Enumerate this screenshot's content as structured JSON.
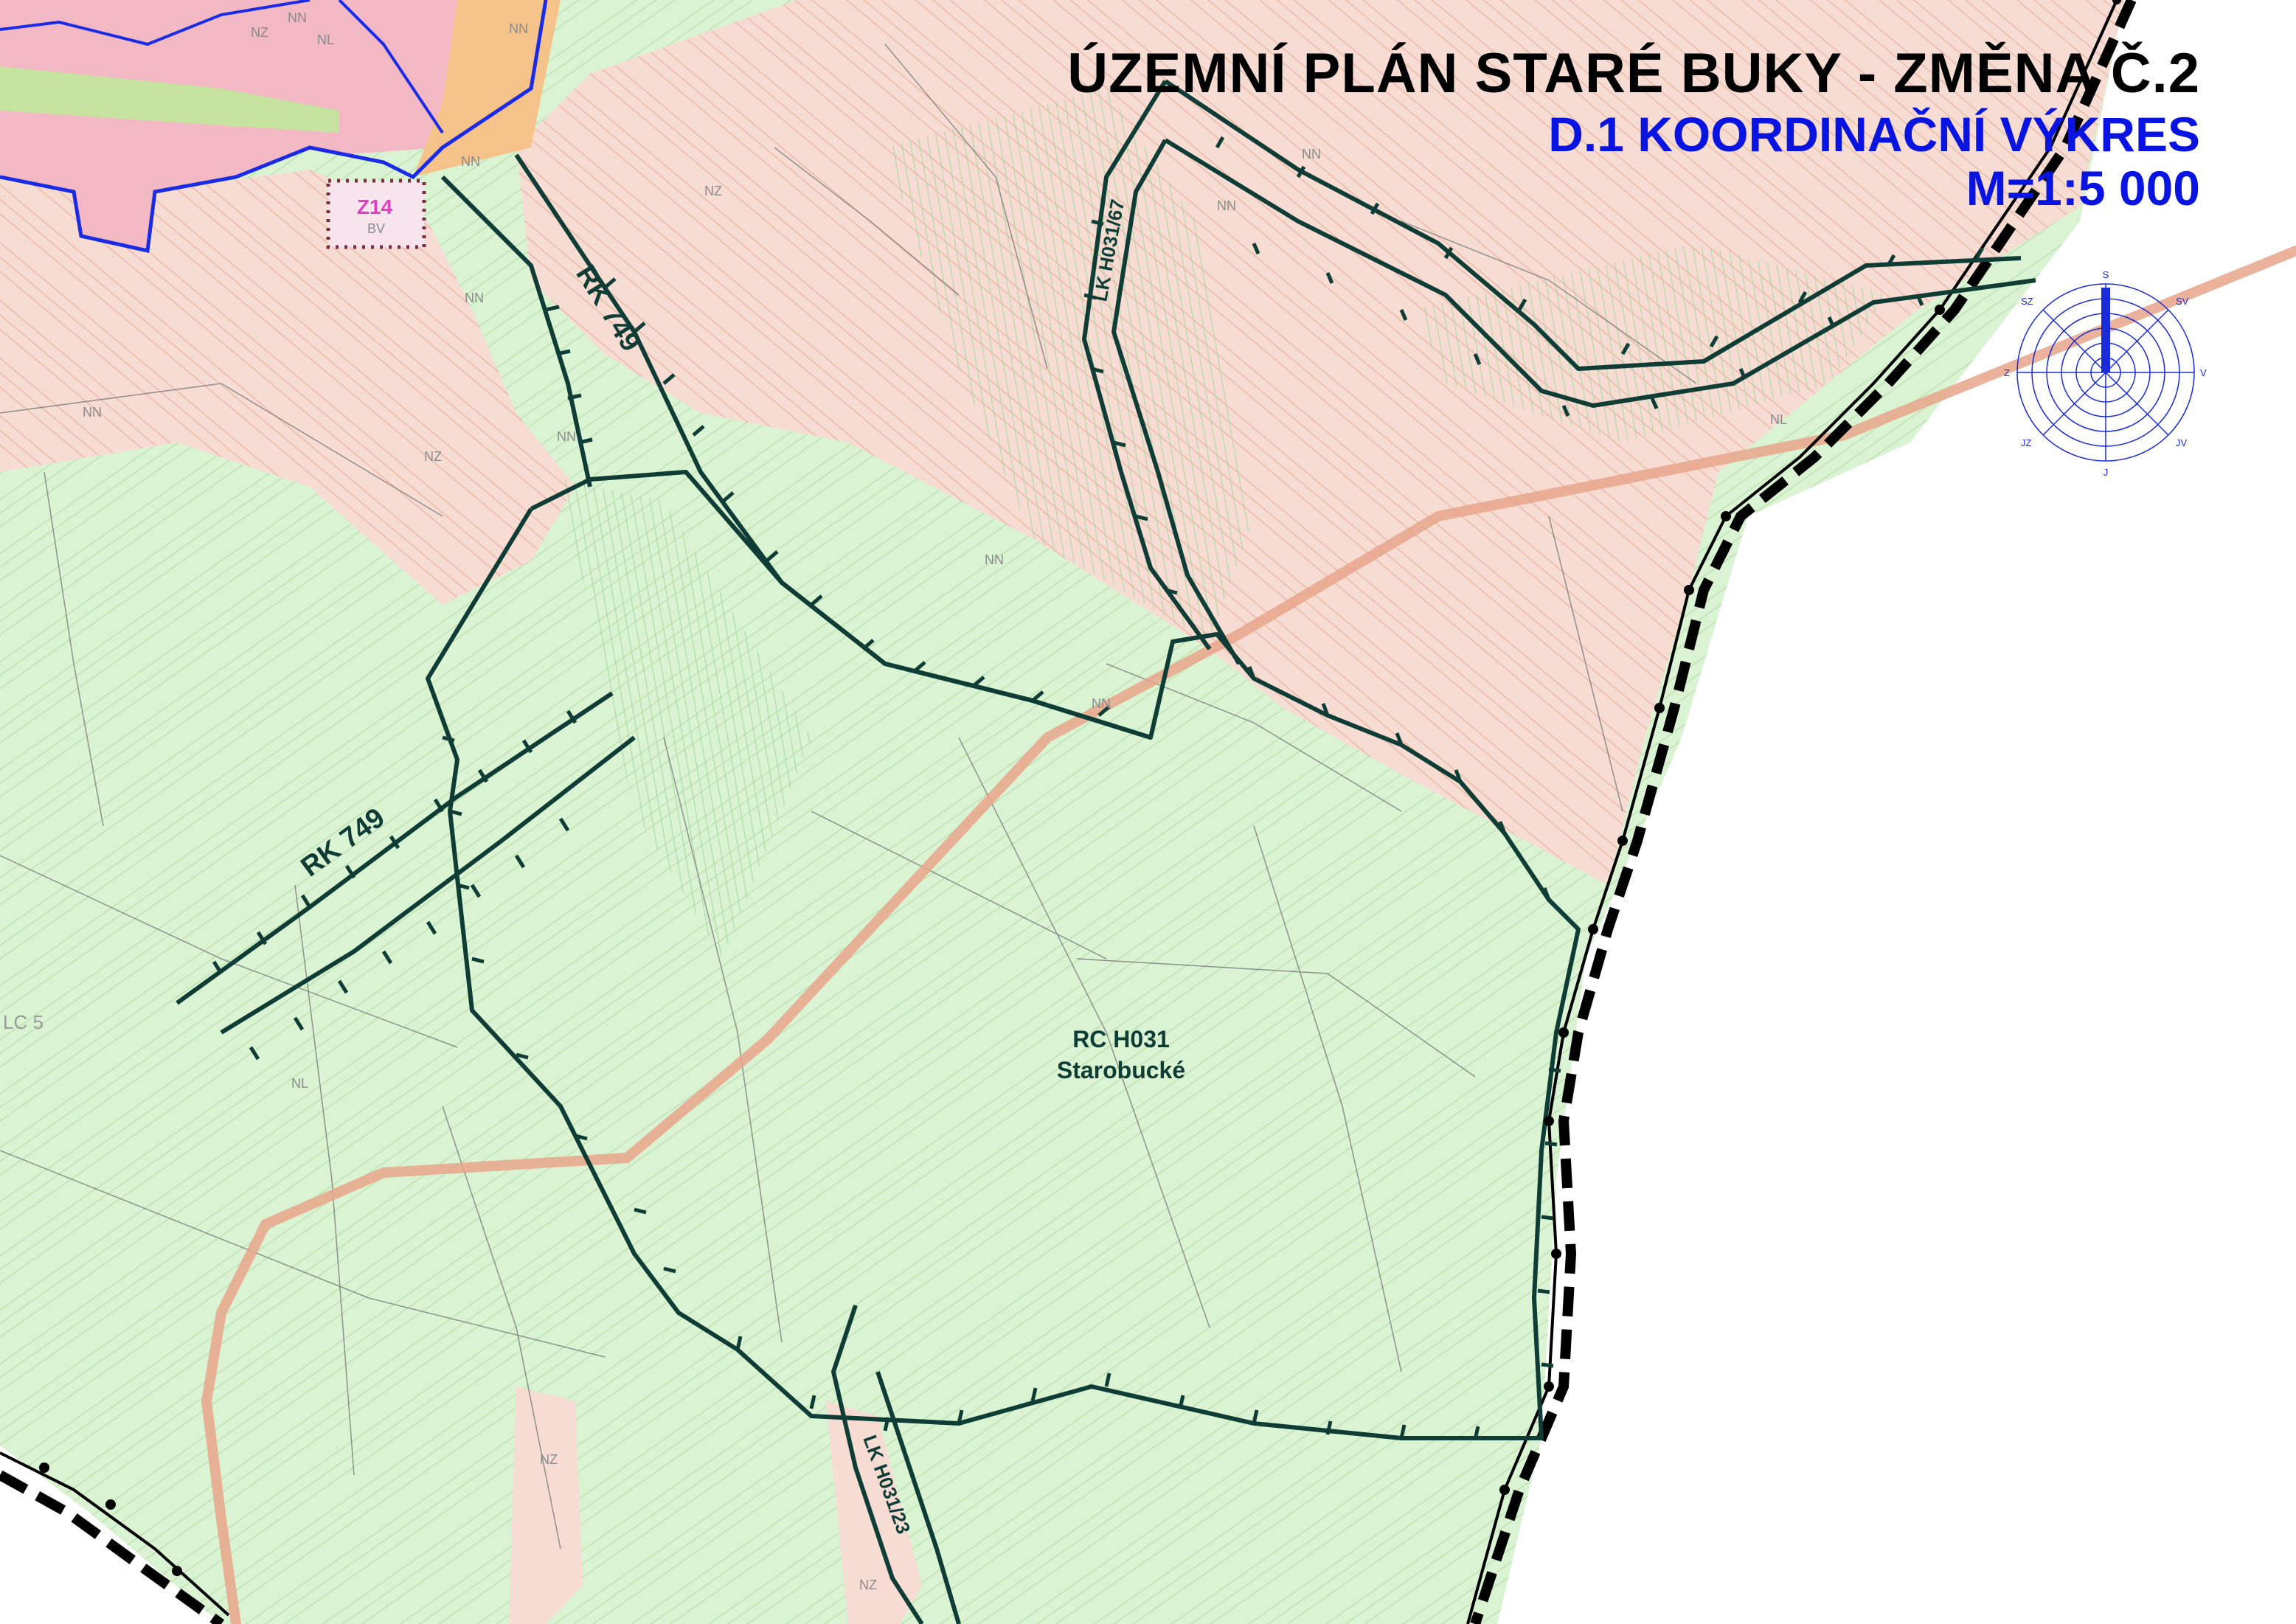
{
  "title": {
    "line1": "ÚZEMNÍ PLÁN STARÉ BUKY - ZMĚNA Č.2",
    "line2": "D.1 KOORDINAČNÍ VÝKRES",
    "line3": "M=1:5 000"
  },
  "biocenter": {
    "code": "RC H031",
    "name": "Starobucké"
  },
  "corridors": {
    "rk_north": "RK 749",
    "rk_west": "RK 749",
    "lk_north": "LK H031/67",
    "lk_south": "LK H031/23"
  },
  "plot": {
    "code": "Z14",
    "use": "BV"
  },
  "zones": {
    "nz": "NZ",
    "nn": "NN",
    "nl": "NL",
    "lc": "LC 5"
  },
  "compass": {
    "north": "S",
    "northeast": "SV",
    "east": "V",
    "southeast": "JV",
    "south": "J",
    "southwest": "JZ",
    "west": "Z",
    "northwest": "SZ"
  },
  "colors": {
    "forest": "#d9f3d3",
    "agricultural": "#f6dcd3",
    "settlement": "#f2b8c4",
    "corridor_line": "#0f3d36",
    "title_blue": "#0a14e0",
    "pipeline": "#e8a58a",
    "boundary": "#000000"
  }
}
